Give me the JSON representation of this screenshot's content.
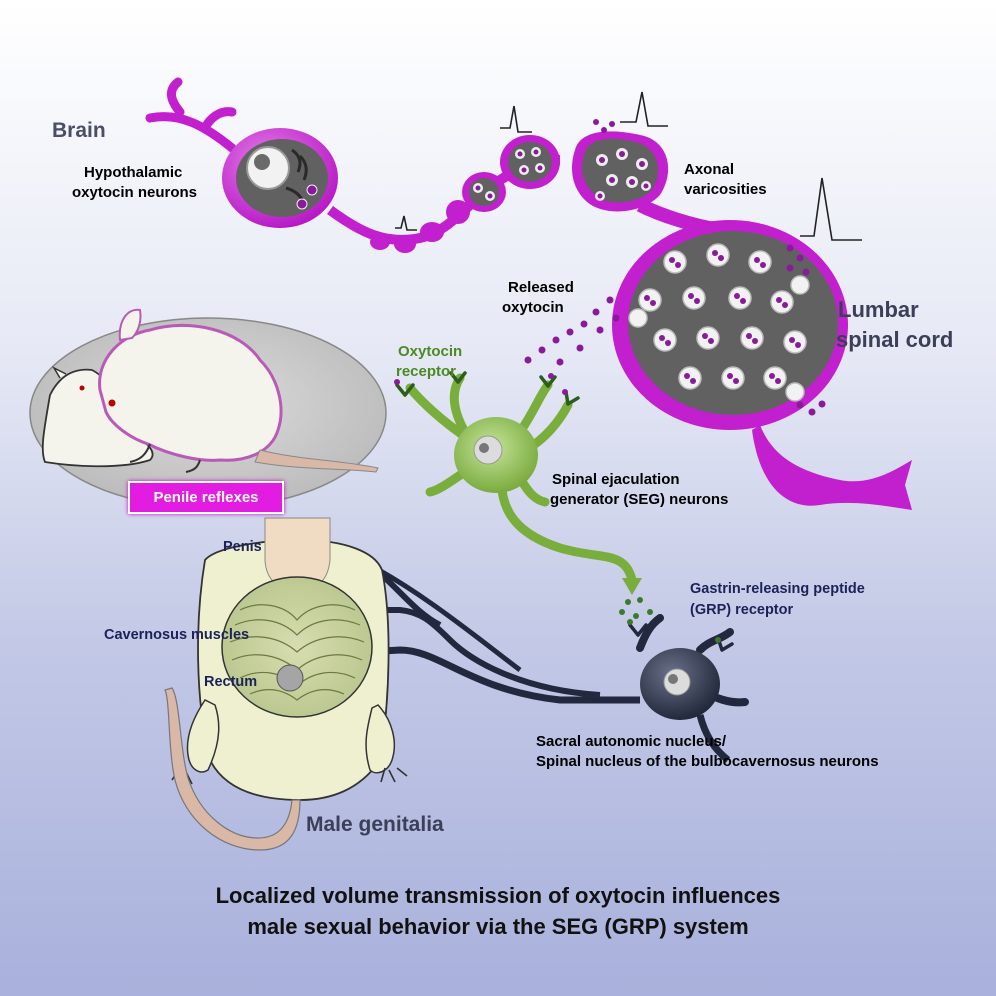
{
  "labels": {
    "brain": "Brain",
    "hypothalamic": "Hypothalamic",
    "oxytocin_neurons": "oxytocin neurons",
    "axonal": "Axonal",
    "varicosities": "varicosities",
    "released": "Released",
    "oxytocin": "oxytocin",
    "lumbar": "Lumbar",
    "spinal_cord": "spinal cord",
    "oxytocin_receptor_1": "Oxytocin",
    "oxytocin_receptor_2": "receptor",
    "seg_1": "Spinal ejaculation",
    "seg_2": "generator (SEG) neurons",
    "grp_1": "Gastrin-releasing peptide",
    "grp_2": "(GRP) receptor",
    "penile_reflexes": "Penile reflexes",
    "penis": "Penis",
    "cavernosus": "Cavernosus muscles",
    "rectum": "Rectum",
    "sacral_1": "Sacral autonomic nucleus/",
    "sacral_2": "Spinal nucleus of the bulbocavernosus neurons",
    "male_genitalia": "Male genitalia"
  },
  "caption": {
    "line1": "Localized volume transmission of oxytocin influences",
    "line2": "male sexual behavior via the SEG (GRP) system"
  },
  "colors": {
    "oxytocin_neuron": "#c21fce",
    "seg_neuron": "#7aae3c",
    "motor_neuron": "#22283d",
    "penile_badge": "#e21ce0",
    "vesicle_core": "#8a1a9c",
    "grp_dot": "#3a7a2a"
  }
}
